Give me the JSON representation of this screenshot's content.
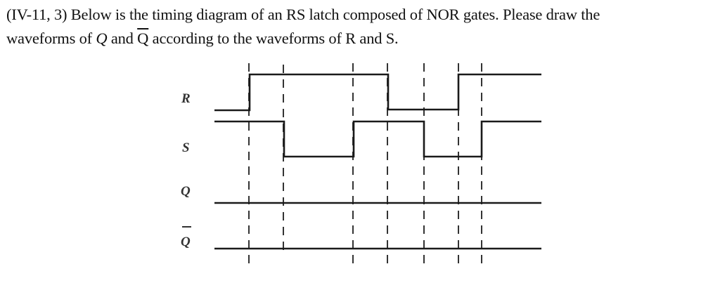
{
  "question": {
    "line1": "(IV-11, 3) Below is the timing diagram of an RS latch composed of NOR gates. Please draw the",
    "line2_a": "waveforms of ",
    "line2_q": "Q",
    "line2_b": " and ",
    "line2_qbar": "Q",
    "line2_c": " according to the waveforms of R and S."
  },
  "diagram": {
    "labels": {
      "r": "R",
      "s": "S",
      "q": "Q",
      "qbar": "Q"
    },
    "time_markers_x": [
      354,
      403,
      501,
      551,
      602,
      652,
      684
    ],
    "signals": {
      "R": {
        "levels": [
          "low",
          "high",
          "low",
          "high"
        ],
        "transitions_at": [
          354,
          551,
          652
        ]
      },
      "S": {
        "levels": [
          "high",
          "low",
          "high",
          "low",
          "high"
        ],
        "transitions_at": [
          403,
          501,
          602,
          684
        ]
      },
      "Q": {
        "levels": [
          "to be drawn"
        ]
      },
      "Qbar": {
        "levels": [
          "to be drawn"
        ]
      }
    },
    "line_color": "#1a1a1a"
  }
}
